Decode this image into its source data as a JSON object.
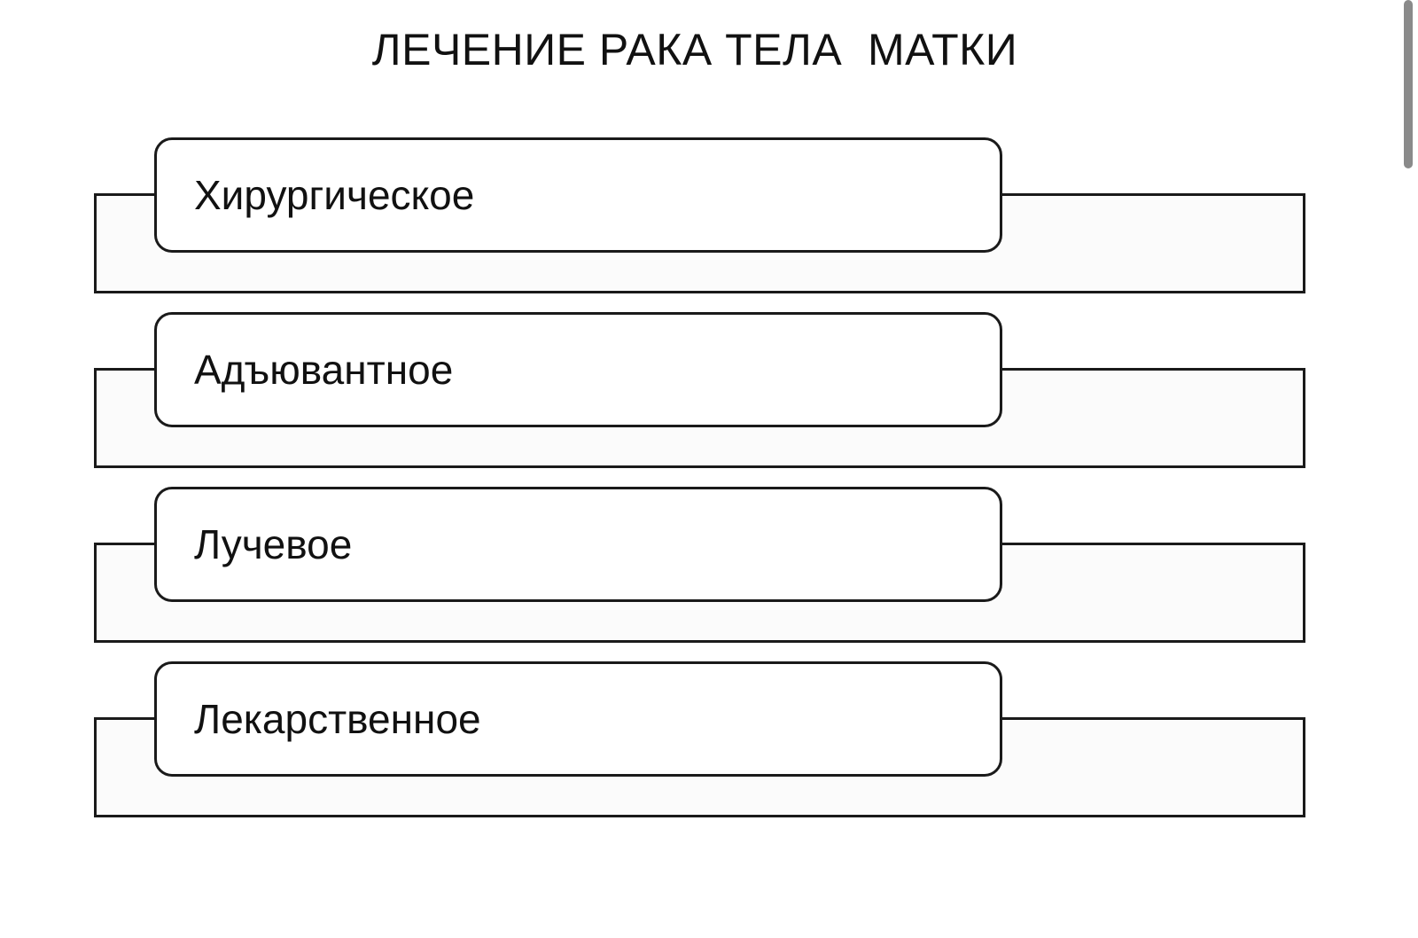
{
  "title": "ЛЕЧЕНИЕ РАКА ТЕЛА  МАТКИ",
  "items": [
    {
      "label": "Хирургическое"
    },
    {
      "label": "Адъювантное"
    },
    {
      "label": "Лучевое"
    },
    {
      "label": "Лекарственное"
    }
  ],
  "colors": {
    "stroke": "#1a1a1a",
    "background": "#ffffff",
    "frame_fill": "#fbfbfb",
    "scroll_thumb": "#8a8a8a"
  }
}
